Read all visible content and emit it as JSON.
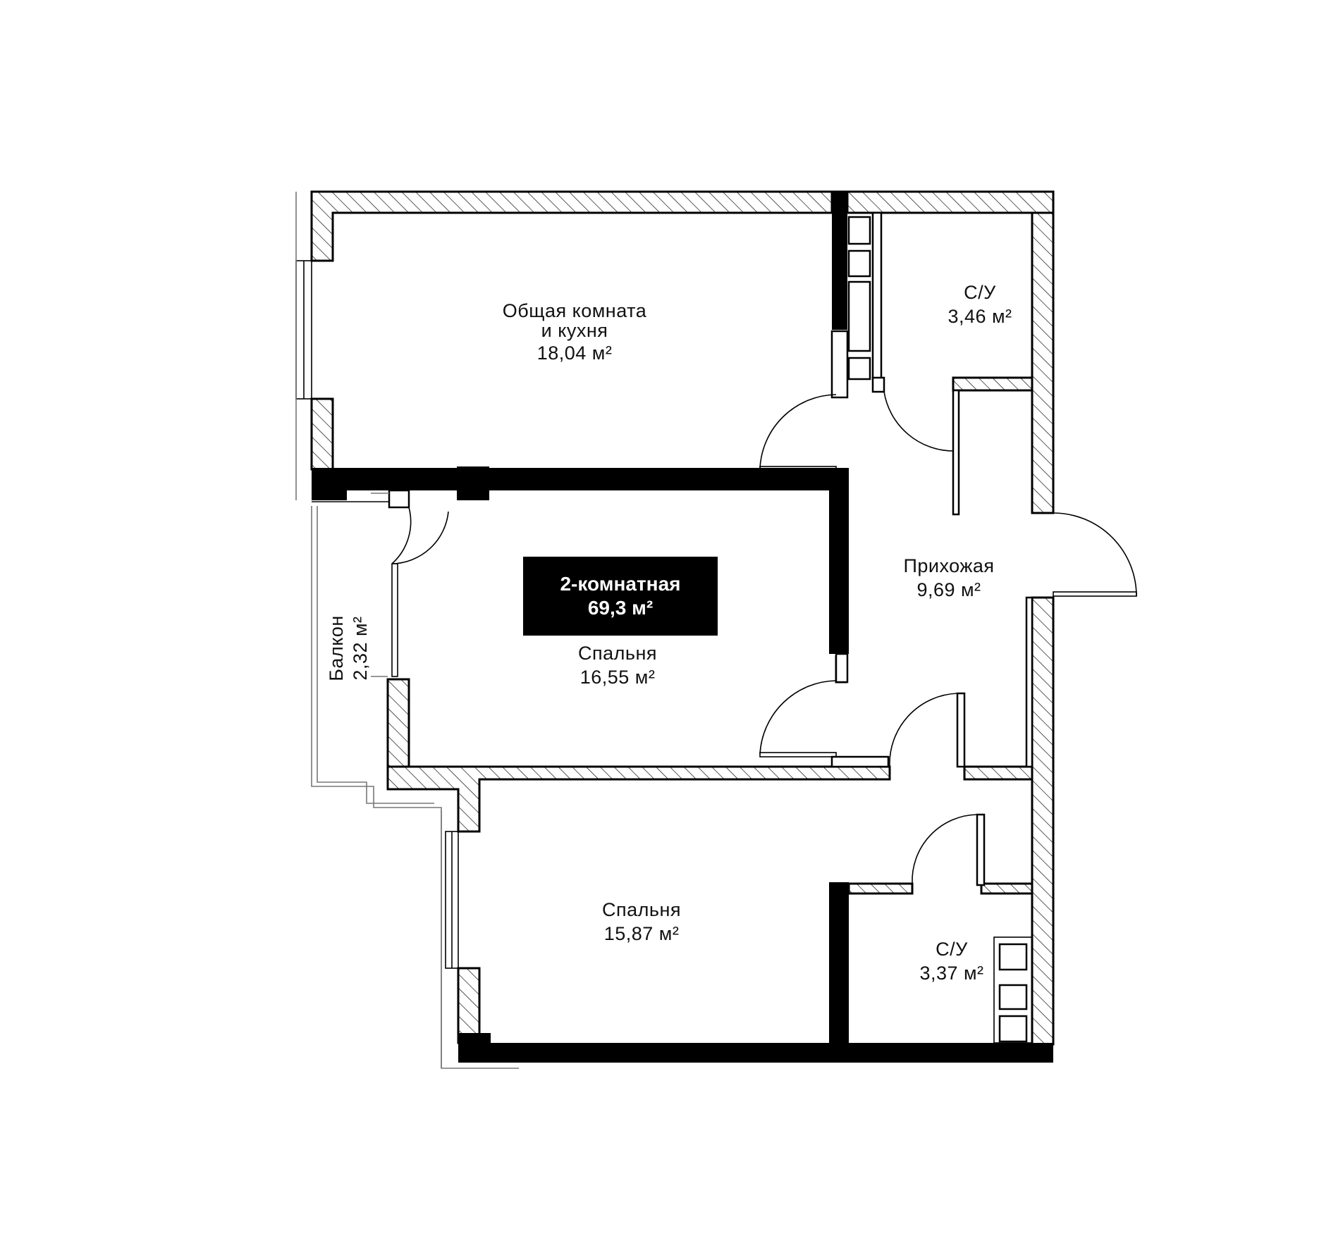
{
  "badge": {
    "type": "2-комнатная",
    "area": "69,3 м²"
  },
  "rooms": {
    "living": {
      "name_line1": "Общая комната",
      "name_line2": "и кухня",
      "area": "18,04 м²"
    },
    "wc_top": {
      "name": "С/У",
      "area": "3,46 м²"
    },
    "hall": {
      "name": "Прихожая",
      "area": "9,69 м²"
    },
    "bedroom1": {
      "name": "Спальня",
      "area": "16,55 м²"
    },
    "balcony": {
      "name": "Балкон",
      "area": "2,32 м²"
    },
    "bedroom2": {
      "name": "Спальня",
      "area": "15,87 м²"
    },
    "wc_bottom": {
      "name": "С/У",
      "area": "3,37 м²"
    }
  },
  "colors": {
    "wall": "#000000",
    "badge_bg": "#000000",
    "badge_text": "#ffffff",
    "background": "#ffffff"
  }
}
